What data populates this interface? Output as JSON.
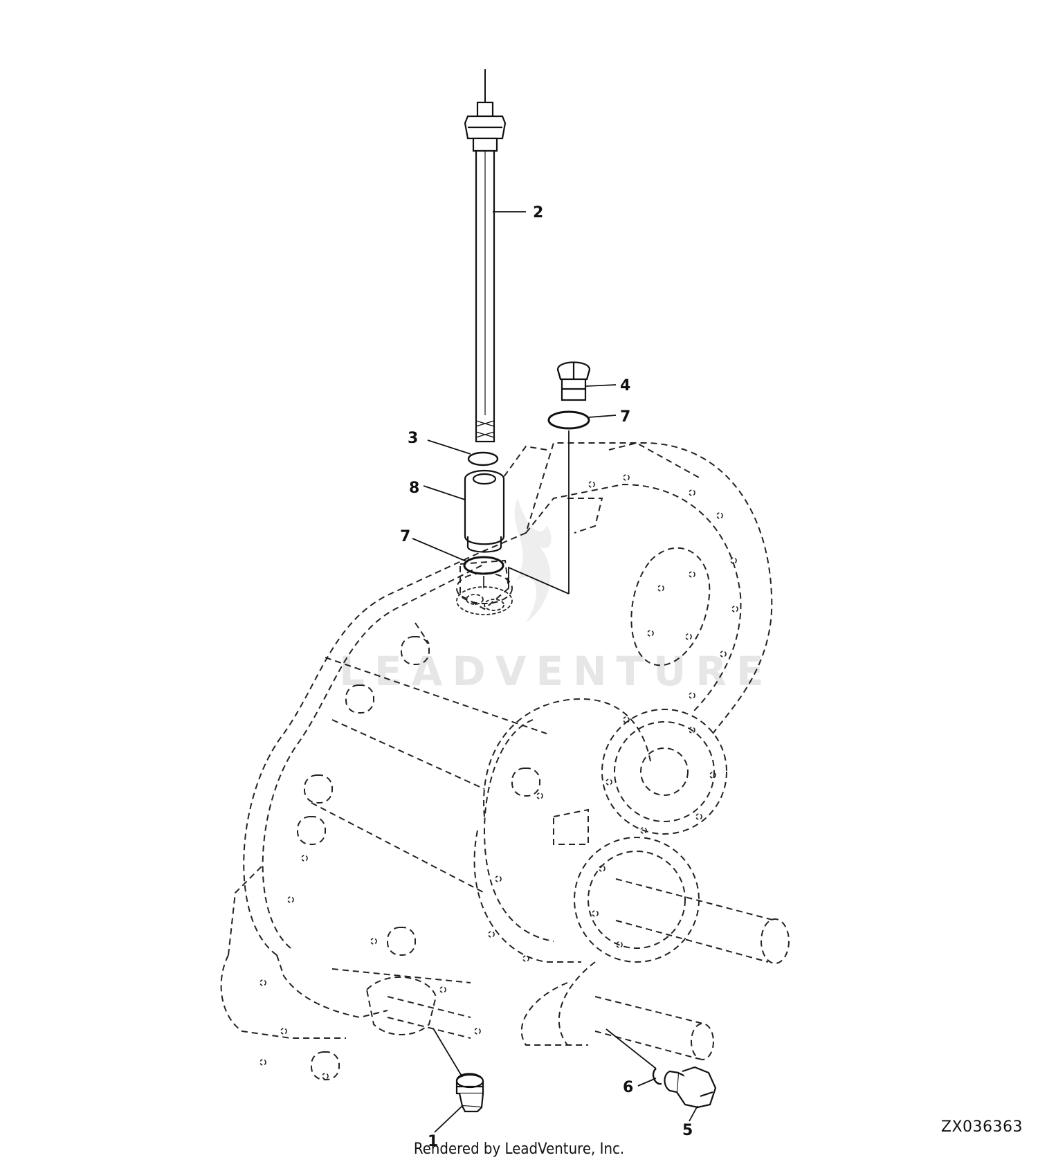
{
  "watermark": "LEADVENTURE",
  "callouts": [
    "1",
    "2",
    "3",
    "4",
    "5",
    "6",
    "7",
    "7",
    "8"
  ],
  "footer": {
    "credit": "Rendered by LeadVenture, Inc.",
    "figure_code": "ZX036363"
  }
}
